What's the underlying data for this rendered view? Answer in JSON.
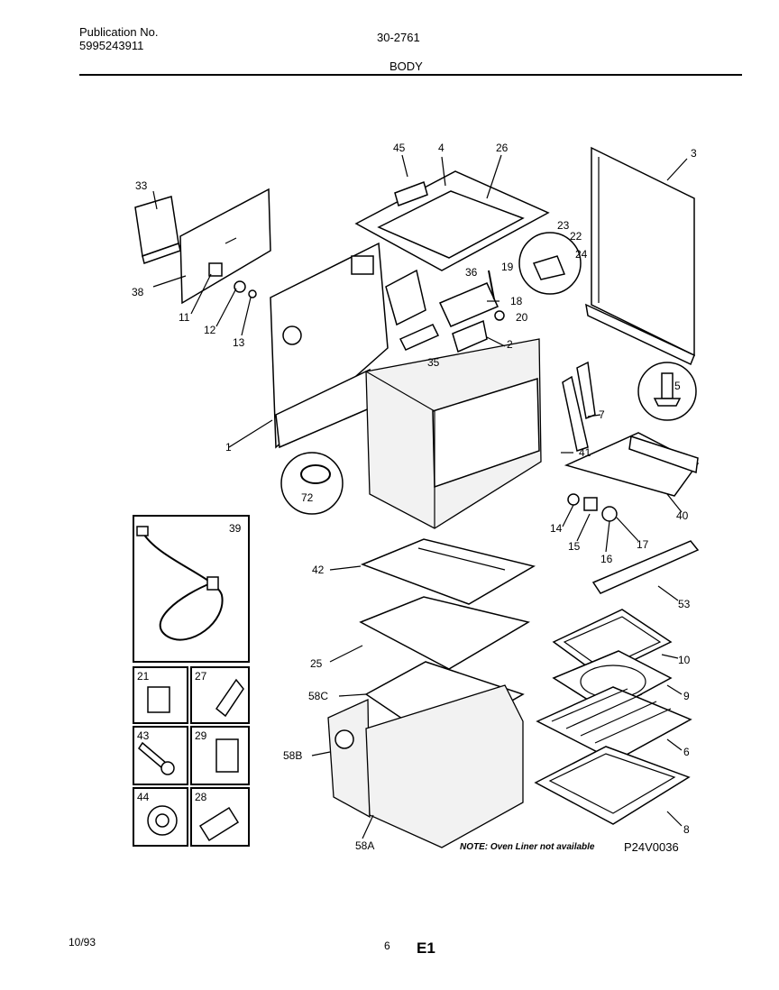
{
  "header": {
    "publication_label": "Publication No.",
    "publication_number": "5995243911",
    "doc_number": "30-2761",
    "section": "BODY"
  },
  "footer": {
    "date": "10/93",
    "page": "6",
    "code": "E1"
  },
  "note": "NOTE: Oven Liner not available",
  "figure_id": "P24V0036",
  "callouts": {
    "c1": "1",
    "c2": "2",
    "c3": "3",
    "c4": "4",
    "c5": "5",
    "c6": "6",
    "c7": "7",
    "c8": "8",
    "c9": "9",
    "c10": "10",
    "c11": "11",
    "c12": "12",
    "c13": "13",
    "c14": "14",
    "c15": "15",
    "c16": "16",
    "c17": "17",
    "c18": "18",
    "c19": "19",
    "c20": "20",
    "c21": "21",
    "c22": "22",
    "c23": "23",
    "c24": "24",
    "c25": "25",
    "c26": "26",
    "c27": "27",
    "c28": "28",
    "c29": "29",
    "c33": "33",
    "c35": "35",
    "c36": "36",
    "c38": "38",
    "c39": "39",
    "c40": "40",
    "c41": "41",
    "c42": "42",
    "c43": "43",
    "c44": "44",
    "c45": "45",
    "c53": "53",
    "c58a": "58A",
    "c58b": "58B",
    "c58c": "58C",
    "c72": "72"
  }
}
